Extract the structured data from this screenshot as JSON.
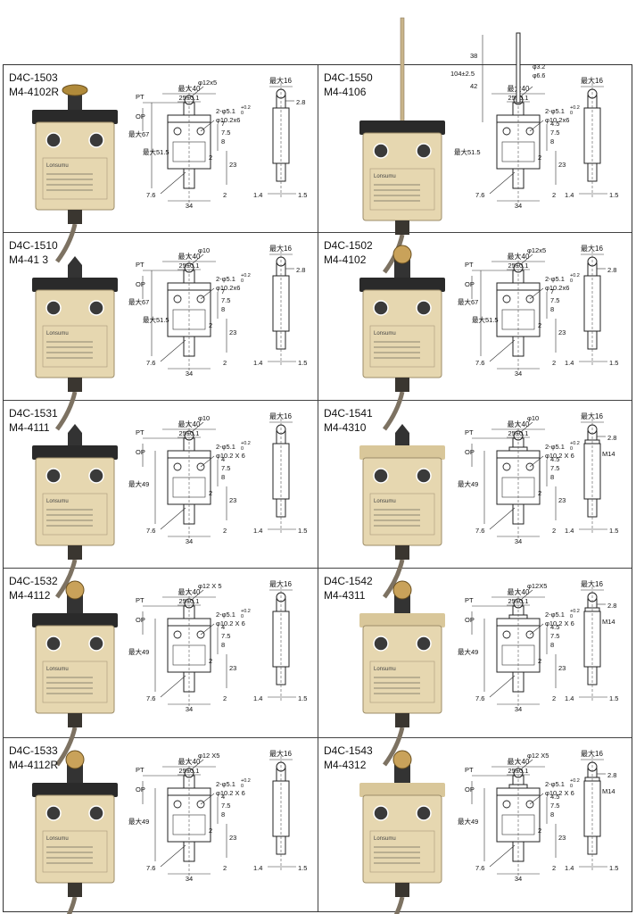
{
  "items": [
    {
      "id": "d4c-1503",
      "models": [
        "D4C-1503",
        "M4-4102R"
      ],
      "actuator": "roller-lever",
      "photo_label": "Lonsumu",
      "labels": {
        "pt": "PT",
        "op": "OP",
        "max67": "最大67",
        "max515": "最大51.5",
        "max40": "最大40",
        "tol25": "25±0.1",
        "phi": "φ12x5",
        "hole": "2-φ5.1",
        "tol_plus": "+0.2",
        "tol_zero": "0",
        "thread": "φ10.2x6",
        "d7": "7",
        "d75": "7.5",
        "d8": "8",
        "d2a": "2",
        "d23": "23",
        "d76": "7.6",
        "d34": "34",
        "d2b": "2",
        "max16": "最大16",
        "d28": "2.8",
        "d14": "1.4",
        "d15": "1.5"
      }
    },
    {
      "id": "d4c-1550",
      "models": [
        "D4C-1550",
        "M4-4106"
      ],
      "actuator": "rod",
      "photo_label": "Lonsumu",
      "labels": {
        "max40": "最大40",
        "tol25": "25±0.1",
        "d38": "38",
        "d104": "104±2.5",
        "d42": "42",
        "phi32": "φ3.2",
        "phi66": "φ6.6",
        "hole": "2-φ5.1",
        "tol_plus": "+0.2",
        "tol_zero": "0",
        "thread": "φ10.2x6",
        "d45": "4.5",
        "d75": "7.5",
        "d8": "8",
        "max515": "最大51.5",
        "d2a": "2",
        "d23": "23",
        "d76": "7.6",
        "d34": "34",
        "d2b": "2",
        "max16": "最大16",
        "d14": "1.4",
        "d15": "1.5"
      }
    },
    {
      "id": "d4c-1510",
      "models": [
        "D4C-1510",
        "M4-41  3"
      ],
      "actuator": "plunger",
      "photo_label": "Lonsumu",
      "labels": {
        "pt": "PT",
        "op": "OP",
        "max67": "最大67",
        "max515": "最大51.5",
        "max40": "最大40",
        "tol25": "25±0.1",
        "phi": "φ10",
        "hole": "2-φ5.1",
        "tol_plus": "+0.2",
        "tol_zero": "0",
        "thread": "φ10.2x6",
        "d7": "7",
        "d75": "7.5",
        "d8": "8",
        "d2a": "2",
        "d23": "23",
        "d76": "7.6",
        "d34": "34",
        "d2b": "2",
        "max16": "最大16",
        "d28": "2.8",
        "d14": "1.4",
        "d15": "1.5"
      }
    },
    {
      "id": "d4c-1502",
      "models": [
        "D4C-1502",
        "M4-4102"
      ],
      "actuator": "roller-plunger",
      "photo_label": "Lonsumu",
      "labels": {
        "pt": "PT",
        "op": "OP",
        "max67": "最大67",
        "max515": "最大51.5",
        "max40": "最大40",
        "tol25": "25±0.1",
        "phi": "φ12x5",
        "hole": "2-φ5.1",
        "tol_plus": "+0.2",
        "tol_zero": "0",
        "thread": "φ10.2x6",
        "d7": "7",
        "d75": "7.5",
        "d8": "8",
        "d2a": "2",
        "d23": "23",
        "d76": "7.6",
        "d34": "34",
        "d2b": "2",
        "max16": "最大16",
        "d28": "2.8",
        "d14": "1.4",
        "d15": "1.5"
      }
    },
    {
      "id": "d4c-1531",
      "models": [
        "D4C-1531",
        "M4-4111"
      ],
      "actuator": "plunger",
      "photo_label": "Lonsumu",
      "labels": {
        "pt": "PT",
        "op": "OP",
        "max49": "最大49",
        "max40": "最大40",
        "tol25": "25±0.1",
        "phi": "φ10",
        "hole": "2-φ5.1",
        "tol_plus": "+0.2",
        "tol_zero": "0",
        "thread": "φ10.2 X 6",
        "d4": "4",
        "d75": "7.5",
        "d8": "8",
        "d2a": "2",
        "d23": "23",
        "d76": "7.6",
        "d34": "34",
        "d2b": "2",
        "max16": "最大16",
        "d14": "1.4",
        "d15": "1.5"
      }
    },
    {
      "id": "d4c-1541",
      "models": [
        "D4C-1541",
        "M4-4310"
      ],
      "actuator": "panel-plunger",
      "photo_label": "Lonsumu",
      "labels": {
        "pt": "PT",
        "op": "OP",
        "max49": "最大49",
        "max40": "最大40",
        "tol25": "25±0.1",
        "phi": "φ10",
        "hole": "2-φ5.1",
        "tol_plus": "+0.2",
        "tol_zero": "0",
        "thread": "φ10.2 X 6",
        "d45": "4.5",
        "d75": "7.5",
        "d8": "8",
        "d2a": "2",
        "d23": "23",
        "d76": "7.6",
        "d34": "34",
        "d2b": "2",
        "max16": "最大16",
        "d28": "2.8",
        "m14": "M14",
        "d14": "1.4",
        "d15": "1.5"
      }
    },
    {
      "id": "d4c-1532",
      "models": [
        "D4C-1532",
        "M4-4112"
      ],
      "actuator": "roller-plunger",
      "photo_label": "Lonsumu",
      "labels": {
        "pt": "PT",
        "op": "OP",
        "max49": "最大49",
        "max40": "最大40",
        "tol25": "25±0.1",
        "phi": "φ12 X 5",
        "hole": "2-φ5.1",
        "tol_plus": "+0.2",
        "tol_zero": "0",
        "thread": "φ10.2 X 6",
        "d4": "4",
        "d75": "7.5",
        "d8": "8",
        "d2a": "2",
        "d23": "23",
        "d76": "7.6",
        "d34": "34",
        "d2b": "2",
        "max16": "最大16",
        "d14": "1.4",
        "d15": "1.5"
      }
    },
    {
      "id": "d4c-1542",
      "models": [
        "D4C-1542",
        "M4-4311"
      ],
      "actuator": "panel-roller",
      "photo_label": "Lonsumu",
      "labels": {
        "pt": "PT",
        "op": "OP",
        "max49": "最大49",
        "max40": "最大40",
        "tol25": "25±0.1",
        "phi": "φ12X5",
        "hole": "2-φ5.1",
        "tol_plus": "+0.2",
        "tol_zero": "0",
        "thread": "φ10.2 X 6",
        "d45": "4.5",
        "d75": "7.5",
        "d8": "8",
        "d2a": "2",
        "d23": "23",
        "d76": "7.6",
        "d34": "34",
        "d2b": "2",
        "max16": "最大16",
        "d28": "2.8",
        "m14": "M14",
        "d14": "1.4",
        "d15": "1.5"
      }
    },
    {
      "id": "d4c-1533",
      "models": [
        "D4C-1533",
        "M4-4112R"
      ],
      "actuator": "cross-roller",
      "photo_label": "Lonsumu",
      "labels": {
        "pt": "PT",
        "op": "OP",
        "max49": "最大49",
        "max40": "最大40",
        "tol25": "25±0.1",
        "phi": "φ12 X5",
        "hole": "2-φ5.1",
        "tol_plus": "+0.2",
        "tol_zero": "0",
        "thread": "φ10.2 X 6",
        "d4": "4",
        "d75": "7.5",
        "d8": "8",
        "d2a": "2",
        "d23": "23",
        "d76": "7.6",
        "d34": "34",
        "d2b": "2",
        "max16": "最大16",
        "d14": "1.4",
        "d15": "1.5"
      }
    },
    {
      "id": "d4c-1543",
      "models": [
        "D4C-1543",
        "M4-4312"
      ],
      "actuator": "panel-cross-roller",
      "photo_label": "Lonsumu",
      "labels": {
        "pt": "PT",
        "op": "OP",
        "max49": "最大49",
        "max40": "最大40",
        "tol25": "25±0.1",
        "phi": "φ12 X5",
        "hole": "2-φ5.1",
        "tol_plus": "+0.2",
        "tol_zero": "0",
        "thread": "φ10.2 X 6",
        "d45": "4.5",
        "d75": "7.5",
        "d8": "8",
        "d2a": "2",
        "d23": "23",
        "d76": "7.6",
        "d34": "34",
        "d2b": "2",
        "max16": "最大16",
        "d28": "2.8",
        "m14": "M14",
        "d14": "1.4",
        "d15": "1.5"
      }
    }
  ],
  "colors": {
    "body": "#e6d7b0",
    "cap": "#2a2a2a",
    "cable": "#7d7262",
    "hole": "#3a3a3a",
    "line": "#222222"
  }
}
